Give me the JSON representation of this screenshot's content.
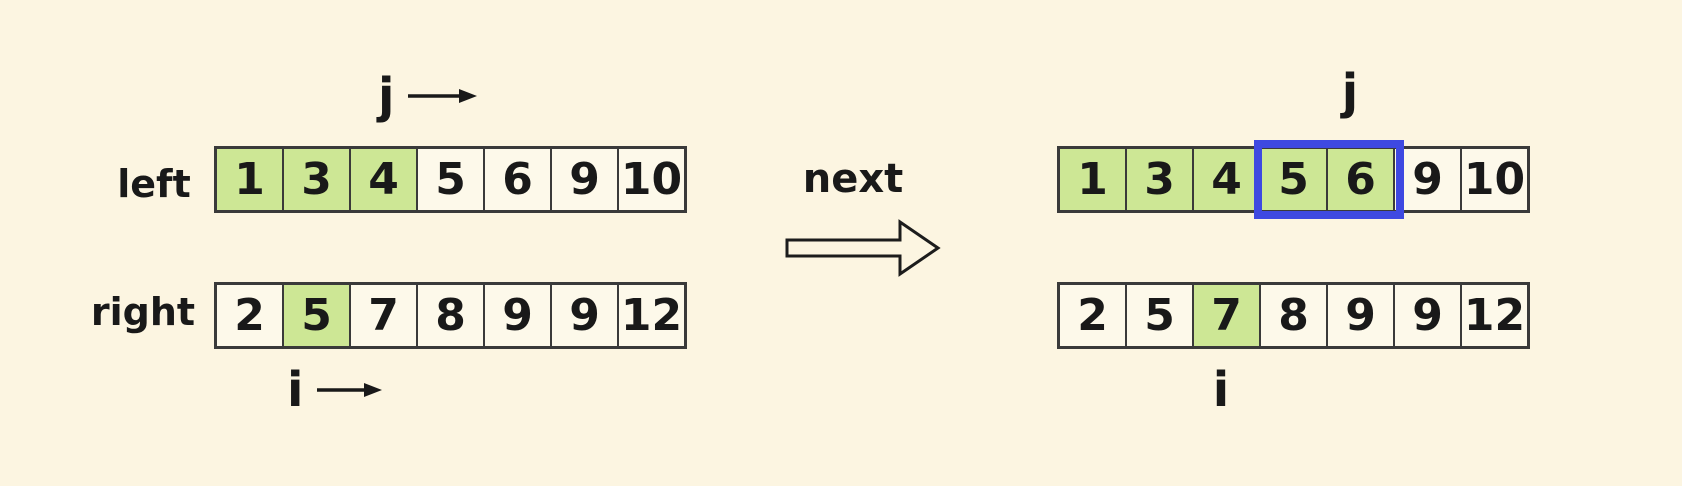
{
  "colors": {
    "bg": "#FCF5E1",
    "cell": "#FDF9EA",
    "green": "#CDE795",
    "blue": "#3E49E1",
    "line": "#3A3A3A",
    "ink": "#191919"
  },
  "before": {
    "top_pointer": "j",
    "bottom_pointer": "i",
    "top_label": "left",
    "bottom_label": "right",
    "top_cells": [
      {
        "v": "1",
        "hl": true
      },
      {
        "v": "3",
        "hl": true
      },
      {
        "v": "4",
        "hl": true
      },
      {
        "v": "5"
      },
      {
        "v": "6"
      },
      {
        "v": "9"
      },
      {
        "v": "10"
      }
    ],
    "bottom_cells": [
      {
        "v": "2"
      },
      {
        "v": "5",
        "hl": true
      },
      {
        "v": "7"
      },
      {
        "v": "8"
      },
      {
        "v": "9"
      },
      {
        "v": "9"
      },
      {
        "v": "12"
      }
    ]
  },
  "transition": {
    "label": "next"
  },
  "after": {
    "top_pointer": "j",
    "bottom_pointer": "i",
    "top_cells": [
      {
        "v": "1",
        "hl": true
      },
      {
        "v": "3",
        "hl": true
      },
      {
        "v": "4",
        "hl": true
      },
      {
        "v": "5",
        "hl": true,
        "boxed": true
      },
      {
        "v": "6",
        "hl": true,
        "boxed": true
      },
      {
        "v": "9"
      },
      {
        "v": "10"
      }
    ],
    "bottom_cells": [
      {
        "v": "2"
      },
      {
        "v": "5"
      },
      {
        "v": "7",
        "hl": true
      },
      {
        "v": "8"
      },
      {
        "v": "9"
      },
      {
        "v": "9"
      },
      {
        "v": "12"
      }
    ]
  }
}
